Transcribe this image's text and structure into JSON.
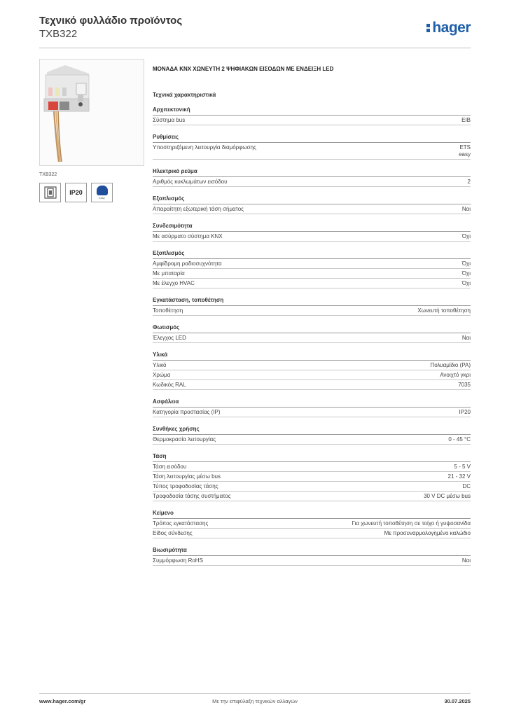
{
  "header": {
    "title": "Τεχνικό φυλλάδιο προϊόντος",
    "code": "TXB322",
    "logo_text": "hager"
  },
  "left": {
    "product_code_label": "TXB322",
    "badges": [
      {
        "icon": "flush-mount-icon",
        "label": ""
      },
      {
        "icon": "ip20-icon",
        "label": "IP20"
      },
      {
        "icon": "easy-logo-icon",
        "label": "easy"
      }
    ]
  },
  "main": {
    "product_title": "ΜΟΝΑΔΑ KNX ΧΩΝΕΥΤΗ 2 ΨΗΦΙΑΚΩΝ ΕΙΣΟΔΩΝ ΜΕ ΕΝΔΕΙΞΗ LED",
    "section_heading": "Τεχνικά χαρακτηριστικά",
    "groups": [
      {
        "title": "Αρχιτεκτονική",
        "rows": [
          {
            "label": "Σύστημα bus",
            "value": "EIB"
          }
        ]
      },
      {
        "title": "Ρυθμίσεις",
        "rows": [
          {
            "label": "Υποστηριζόμενη λειτουργία διαμόρφωσης",
            "value": "ETS\neasy"
          }
        ]
      },
      {
        "title": "Ηλεκτρικό ρεύμα",
        "rows": [
          {
            "label": "Αριθμός κυκλωμάτων εισόδου",
            "value": "2"
          }
        ]
      },
      {
        "title": "Εξοπλισμός",
        "rows": [
          {
            "label": "Απαραίτητη εξωτερική τάση σήματος",
            "value": "Ναι"
          }
        ]
      },
      {
        "title": "Συνδεσιμότητα",
        "rows": [
          {
            "label": "Με ασύρματο σύστημα KNX",
            "value": "Όχι"
          }
        ]
      },
      {
        "title": "Εξοπλισμός",
        "rows": [
          {
            "label": "Αμφίδρομη ραδιοσυχνότητα",
            "value": "Όχι"
          },
          {
            "label": "Με μπαταρία",
            "value": "Όχι"
          },
          {
            "label": "Με έλεγχο HVAC",
            "value": "Όχι"
          }
        ]
      },
      {
        "title": "Εγκατάσταση, τοποθέτηση",
        "rows": [
          {
            "label": "Τοποθέτηση",
            "value": "Χωνευτή τοποθέτηση"
          }
        ]
      },
      {
        "title": "Φωτισμός",
        "rows": [
          {
            "label": "Έλεγχος LED",
            "value": "Ναι"
          }
        ]
      },
      {
        "title": "Υλικά",
        "rows": [
          {
            "label": "Υλικό",
            "value": "Πολυαμίδιο (PA)"
          },
          {
            "label": "Χρώμα",
            "value": "Ανοιχτό γκρι"
          },
          {
            "label": "Κωδικός RAL",
            "value": "7035"
          }
        ]
      },
      {
        "title": "Ασφάλεια",
        "rows": [
          {
            "label": "Κατηγορία προστασίας (IP)",
            "value": "IP20"
          }
        ]
      },
      {
        "title": "Συνθήκες χρήσης",
        "rows": [
          {
            "label": "Θερμοκρασία λειτουργίας",
            "value": "0 - 45 °C"
          }
        ]
      },
      {
        "title": "Τάση",
        "rows": [
          {
            "label": "Τάση εισόδου",
            "value": "5 - 5 V"
          },
          {
            "label": "Τάση λειτουργίας μέσω bus",
            "value": "21 - 32 V"
          },
          {
            "label": "Τύπος τροφοδοσίας τάσης",
            "value": "DC"
          },
          {
            "label": "Τροφοδοσία τάσης συστήματος",
            "value": "30 V DC μέσω bus"
          }
        ]
      },
      {
        "title": "Κείμενο",
        "rows": [
          {
            "label": "Τρόπος εγκατάστασης",
            "value": "Για χωνευτή τοποθέτηση σε τοίχο ή γυψοσανίδα"
          },
          {
            "label": "Είδος σύνδεσης",
            "value": "Με προσυναρμολογημένο καλώδιο"
          }
        ]
      },
      {
        "title": "Βιωσιμότητα",
        "rows": [
          {
            "label": "Συμμόρφωση RoHS",
            "value": "Ναι"
          }
        ]
      }
    ]
  },
  "footer": {
    "url": "www.hager.com/gr",
    "note": "Με την επιφύλαξη τεχνικών αλλαγών",
    "date": "30.07.2025"
  }
}
